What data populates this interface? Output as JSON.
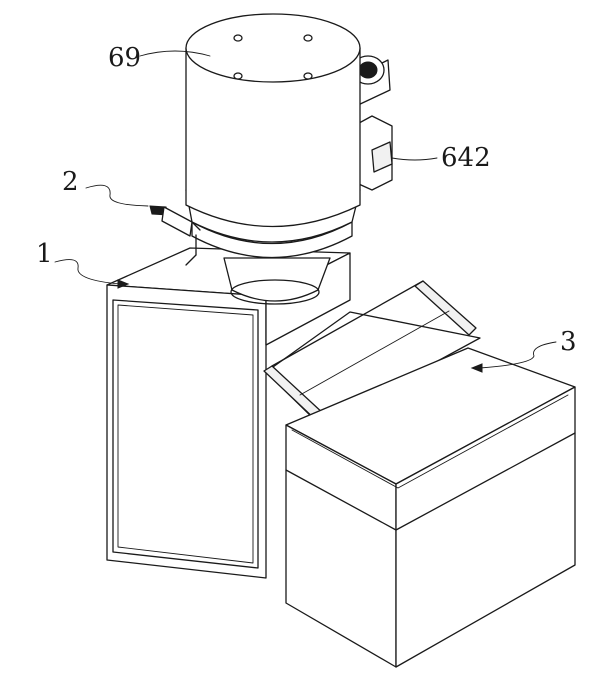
{
  "labels": {
    "hopper": "69",
    "motor_bracket": "642",
    "sensor": "2",
    "base_cabinet": "1",
    "conveyor_box": "3"
  }
}
